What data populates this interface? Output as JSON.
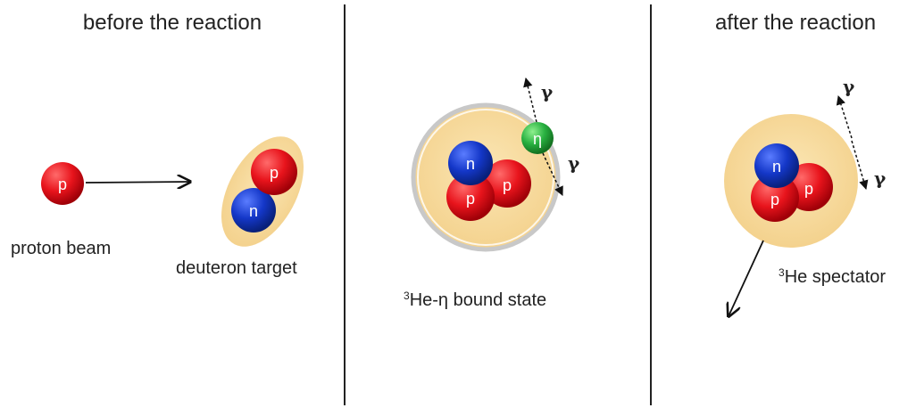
{
  "panels": {
    "before": {
      "title": "before the reaction",
      "beam_label": "proton beam",
      "target_label": "deuteron target"
    },
    "bound": {
      "label_sup": "3",
      "label_main": "He-η  bound state"
    },
    "after": {
      "title": "after the reaction",
      "label_sup": "3",
      "label_main": "He spectator"
    }
  },
  "particles": {
    "proton": "p",
    "neutron": "n",
    "eta": "η",
    "gamma": "γ"
  },
  "colors": {
    "proton": "#e8141c",
    "neutron": "#1437c8",
    "eta": "#28b040",
    "nucleus_halo": "#f7d99a",
    "divider": "#222222"
  }
}
